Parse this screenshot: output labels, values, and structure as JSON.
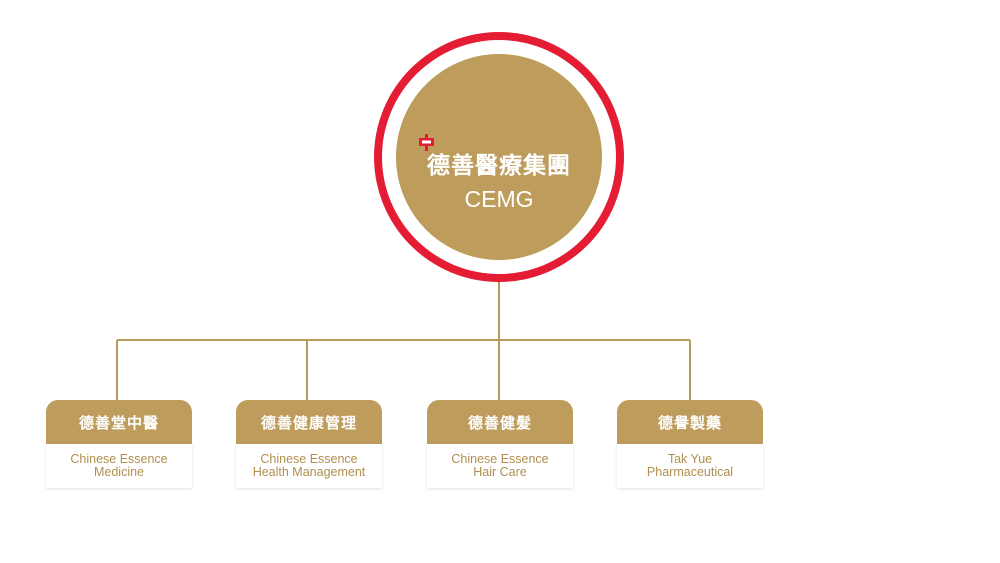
{
  "root": {
    "title": "德善醫療集團",
    "subtitle": "CEMG",
    "logo": "中"
  },
  "children": [
    {
      "name": "德善堂中醫",
      "english_line1": "Chinese Essence",
      "english_line2": "Medicine"
    },
    {
      "name": "德善健康管理",
      "english_line1": "Chinese Essence",
      "english_line2": "Health Management"
    },
    {
      "name": "德善健髮",
      "english_line1": "Chinese Essence",
      "english_line2": "Hair Care"
    },
    {
      "name": "德譽製藥",
      "english_line1": "Tak Yue",
      "english_line2": "Pharmaceutical"
    }
  ],
  "colors": {
    "gold": "#bd9c5c",
    "red_ring": "#e41d34",
    "connector": "#b89a5c",
    "text_gold": "#b08f4f"
  }
}
